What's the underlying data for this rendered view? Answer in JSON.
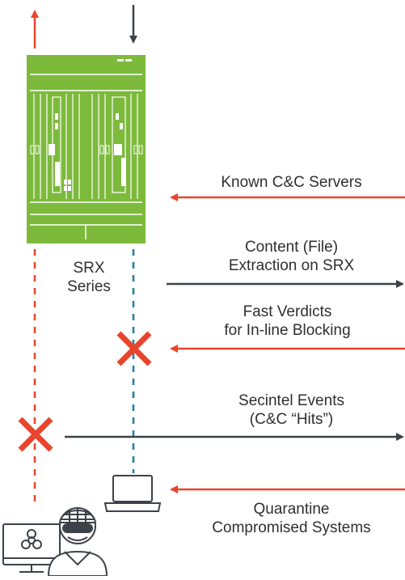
{
  "device": {
    "name_line1": "SRX",
    "name_line2": "Series",
    "color": "#7dba3c"
  },
  "flows": [
    {
      "id": "known-cc",
      "lines": [
        "Known C&C Servers"
      ],
      "direction": "inbound",
      "color": "#e8452c"
    },
    {
      "id": "content-extraction",
      "lines": [
        "Content (File)",
        "Extraction on SRX"
      ],
      "direction": "outbound",
      "color": "#3d4249"
    },
    {
      "id": "fast-verdicts",
      "lines": [
        "Fast Verdicts",
        "for In-line Blocking"
      ],
      "direction": "inbound",
      "color": "#e8452c"
    },
    {
      "id": "secintel-events",
      "lines": [
        "Secintel Events",
        "(C&C “Hits”)"
      ],
      "direction": "outbound",
      "color": "#3d4249"
    },
    {
      "id": "quarantine",
      "lines": [
        "Quarantine",
        "Compromised Systems"
      ],
      "direction": "inbound",
      "color": "#e8452c"
    }
  ],
  "colors": {
    "red": "#e8452c",
    "dark": "#3d4249",
    "blue_dash": "#1a7fa8",
    "green": "#7dba3c"
  }
}
